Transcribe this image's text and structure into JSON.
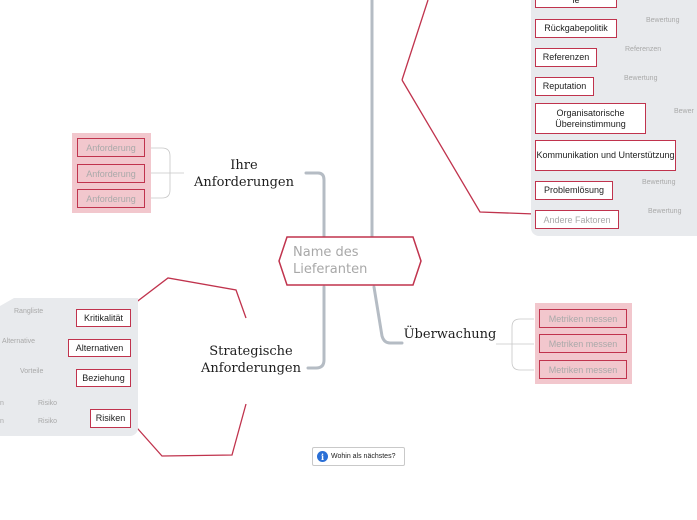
{
  "center": {
    "label": "Name des Lieferanten"
  },
  "branches": {
    "anforderungen": {
      "label": "Ihre Anforderungen",
      "items": [
        "Anforderung",
        "Anforderung",
        "Anforderung"
      ]
    },
    "strategisch": {
      "label": "Strategische Anforderungen",
      "items": [
        {
          "label": "Kritikalität",
          "tag": "Rangliste"
        },
        {
          "label": "Alternativen",
          "tag": "Alternative"
        },
        {
          "label": "Beziehung",
          "tag": "Vorteile"
        },
        {
          "label": "Risiken",
          "tags": [
            "Risiko",
            "Risiko"
          ],
          "subtags": [
            "n",
            "n"
          ]
        }
      ]
    },
    "ueberwachung": {
      "label": "Überwachung",
      "items": [
        "Metriken messen",
        "Metriken messen",
        "Metriken messen"
      ]
    },
    "faktoren": {
      "items": [
        {
          "label": "ie",
          "tag": ""
        },
        {
          "label": "Rückgabepolitik",
          "tag": "Bewertung"
        },
        {
          "label": "Referenzen",
          "tag": "Referenzen"
        },
        {
          "label": "Reputation",
          "tag": "Bewertung"
        },
        {
          "label": "Organisatorische Übereinstimmung",
          "tag": "Bewer"
        },
        {
          "label": "Kommunikation und Unterstützung",
          "tag": ""
        },
        {
          "label": "Problemlösung",
          "tag": "Bewertung"
        },
        {
          "label": "Andere Faktoren",
          "tag": "Bewertung"
        }
      ]
    }
  },
  "next_button": {
    "label": "Wohin als nächstes?"
  },
  "colors": {
    "accent": "#c0334d",
    "pink_panel": "#f2c7cd",
    "gray_panel": "#e8eaed",
    "connector": "#b5bcc4"
  }
}
